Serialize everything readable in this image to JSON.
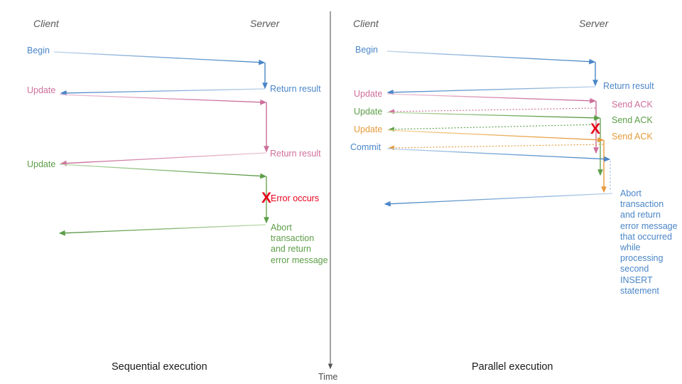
{
  "diagram": {
    "title_left": "Sequential execution",
    "title_right": "Parallel execution",
    "time_axis_label": "Time",
    "colors": {
      "blue": "#4a86c8",
      "pink": "#cf6f9b",
      "green": "#5d9e48",
      "orange": "#e69b3c",
      "red": "#e8001c",
      "gray": "#595959",
      "axis": "#555555"
    }
  },
  "left_panel": {
    "actors": {
      "client": "Client",
      "server": "Server"
    },
    "client_messages": [
      {
        "label": "Begin",
        "color": "#4a86c8"
      },
      {
        "label": "Update",
        "color": "#cf6f9b"
      },
      {
        "label": "Update",
        "color": "#5d9e48"
      }
    ],
    "server_messages": [
      {
        "label": "Return result",
        "color": "#4a86c8"
      },
      {
        "label": "Return result",
        "color": "#cf6f9b"
      }
    ],
    "error_marker": {
      "glyph": "X",
      "label": "Error occurs",
      "color": "#e8001c"
    },
    "abort_note": {
      "text": "Abort\ntransaction\nand return\nerror message",
      "color": "#5d9e48"
    }
  },
  "right_panel": {
    "actors": {
      "client": "Client",
      "server": "Server"
    },
    "client_messages": [
      {
        "label": "Begin",
        "color": "#4a86c8"
      },
      {
        "label": "Update",
        "color": "#cf6f9b"
      },
      {
        "label": "Update",
        "color": "#5d9e48"
      },
      {
        "label": "Update",
        "color": "#e69b3c"
      },
      {
        "label": "Commit",
        "color": "#4a86c8"
      }
    ],
    "server_messages": [
      {
        "label": "Return result",
        "color": "#4a86c8"
      },
      {
        "label": "Send ACK",
        "color": "#cf6f9b"
      },
      {
        "label": "Send ACK",
        "color": "#5d9e48"
      },
      {
        "label": "Send ACK",
        "color": "#e69b3c"
      }
    ],
    "error_marker": {
      "glyph": "X",
      "color": "#e8001c"
    },
    "abort_note": {
      "text": "Abort\ntransaction\nand return\nerror message\nthat occurred\nwhile\nprocessing\nsecond\nINSERT\nstatement",
      "color": "#4a86c8"
    }
  }
}
